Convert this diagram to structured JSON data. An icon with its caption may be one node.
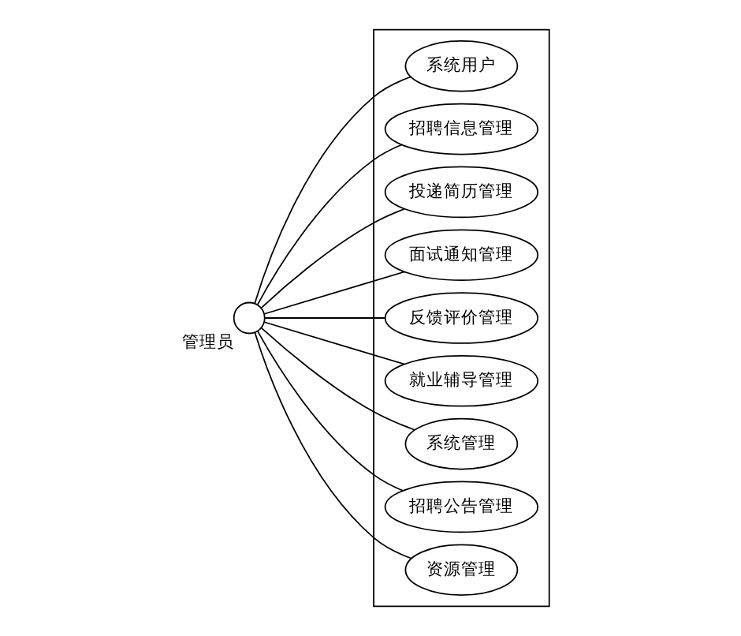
{
  "diagram": {
    "nodes": [
      {
        "text": [],
        "shape": "person",
        "beside": [
          "管理员"
        ]
      },
      {
        "text": [],
        "shape": "box"
      },
      {
        "text": [
          "系统用户"
        ],
        "in": 1
      },
      {
        "text": [
          "招聘信息管理"
        ],
        "in": 1
      },
      {
        "text": [
          "投递简历管理"
        ],
        "in": 1
      },
      {
        "text": [
          "面试通知管理"
        ],
        "in": 1
      },
      {
        "text": [
          "反馈评价管理"
        ],
        "in": 1
      },
      {
        "text": [
          "就业辅导管理"
        ],
        "in": 1
      },
      {
        "text": [
          "系统管理"
        ],
        "in": 1
      },
      {
        "text": [
          "招聘公告管理"
        ],
        "in": 1
      },
      {
        "text": [
          "资源管理"
        ],
        "in": 1
      }
    ],
    "edges": [
      {
        "from": 0,
        "to": 2,
        "arrow": "none"
      },
      {
        "from": 0,
        "to": 3,
        "arrow": "none"
      },
      {
        "from": 0,
        "to": 4,
        "arrow": "none"
      },
      {
        "from": 0,
        "to": 5,
        "arrow": "none"
      },
      {
        "from": 0,
        "to": 6,
        "arrow": "none"
      },
      {
        "from": 0,
        "to": 7,
        "arrow": "none"
      },
      {
        "from": 0,
        "to": 8,
        "arrow": "none"
      },
      {
        "from": 0,
        "to": 9,
        "arrow": "none"
      },
      {
        "from": 0,
        "to": 10,
        "arrow": "none"
      }
    ]
  }
}
